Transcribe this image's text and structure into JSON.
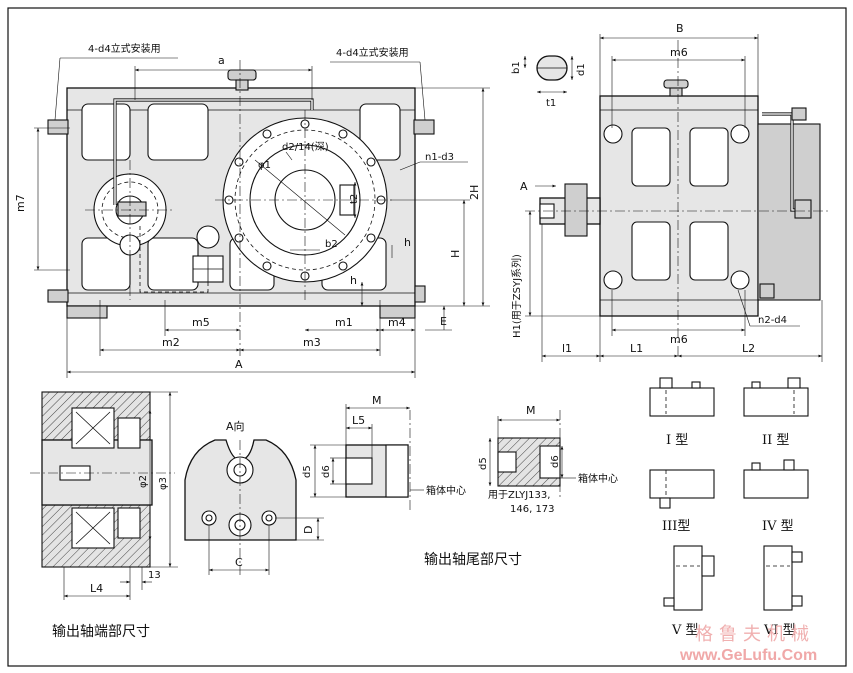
{
  "front_view": {
    "note_left": "4-d4立式安装用",
    "note_right": "4-d4立式安装用",
    "dim_a": "a",
    "dim_m7": "m7",
    "dim_2H": "2H",
    "dim_H": "H",
    "dim_E": "E",
    "dim_h_upper": "h",
    "dim_h_lower": "h",
    "dim_n1d3": "n1-d3",
    "dim_phi1": "φ1",
    "dim_d2": "d2/14(深)",
    "dim_t2": "t2",
    "dim_b2": "b2",
    "dim_m5": "m5",
    "dim_m1": "m1",
    "dim_m4": "m4",
    "dim_m2": "m2",
    "dim_m3": "m3",
    "dim_A": "A"
  },
  "side_view": {
    "dim_B": "B",
    "dim_m6_top": "m6",
    "dim_b1": "b1",
    "dim_d1": "d1",
    "dim_t1": "t1",
    "view_arrow": "A",
    "dim_H1": "H1(用于ZSYJ系列)",
    "dim_m6_bottom": "m6",
    "dim_n2d4": "n2-d4",
    "dim_l1": "l1",
    "dim_L1": "L1",
    "dim_L2": "L2"
  },
  "shaft_end": {
    "dim_phi2": "φ2",
    "dim_phi3": "φ3",
    "dim_13": "13",
    "dim_L4": "L4",
    "caption": "输出轴端部尺寸"
  },
  "view_a": {
    "title": "A向",
    "dim_C": "C",
    "dim_D": "D"
  },
  "tail_end": {
    "dim_M": "M",
    "dim_L5": "L5",
    "dim_d5": "d5",
    "dim_d6": "d6",
    "center_note": "箱体中心",
    "caption": "输出轴尾部尺寸"
  },
  "tail_end_zlyj": {
    "dim_M": "M",
    "dim_d5": "d5",
    "dim_d6": "d6",
    "center_note": "箱体中心",
    "note_line1": "用于ZLYJ133,",
    "note_line2": "146, 173"
  },
  "types": [
    "I 型",
    "II 型",
    "III型",
    "IV 型",
    "V 型",
    "VI 型"
  ],
  "watermark": {
    "cn": "格鲁夫机械",
    "en": "www.GeLufu.Com"
  }
}
